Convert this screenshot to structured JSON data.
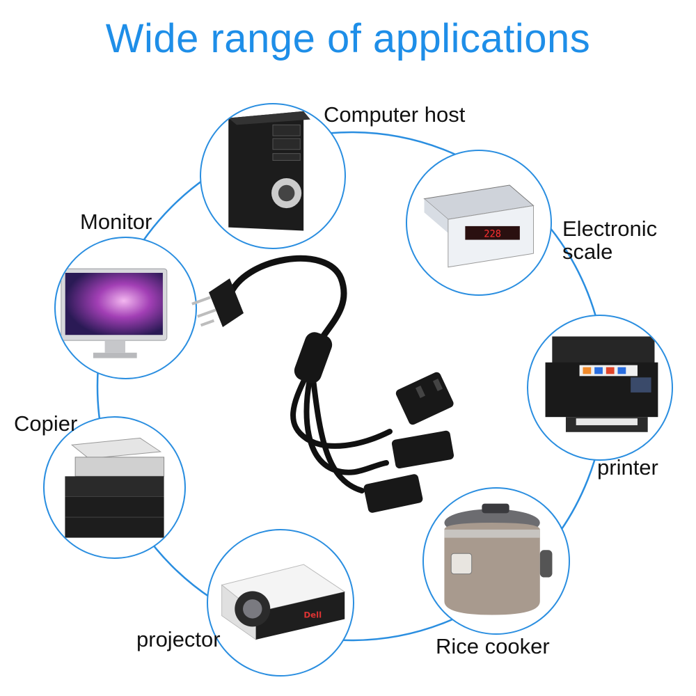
{
  "title": "Wide range of applications",
  "accent_color": "#1e8ee8",
  "items": [
    {
      "label": "Computer host",
      "icon": "computer-tower-icon"
    },
    {
      "label": "Electronic",
      "label2": "scale",
      "icon": "electronic-scale-icon"
    },
    {
      "label": "printer",
      "icon": "printer-icon"
    },
    {
      "label": "Rice cooker",
      "icon": "rice-cooker-icon"
    },
    {
      "label": "projector",
      "icon": "projector-icon"
    },
    {
      "label": "Copier",
      "icon": "copier-icon"
    },
    {
      "label": "Monitor",
      "icon": "monitor-icon"
    }
  ],
  "center_icon": "power-splitter-cable-icon"
}
